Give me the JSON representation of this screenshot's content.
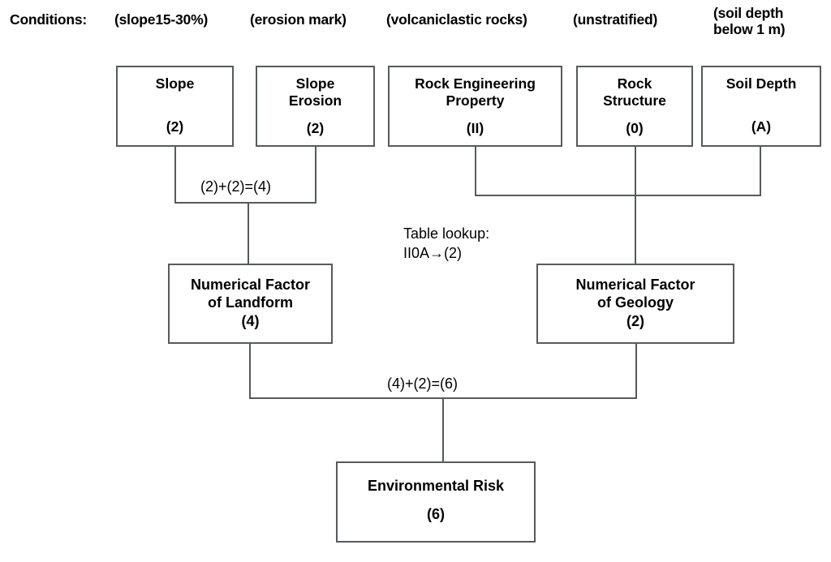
{
  "diagram": {
    "conditions_prefix": "Conditions:",
    "conditions": [
      {
        "label": "(slope15-30%)"
      },
      {
        "label": "(erosion mark)"
      },
      {
        "label": "(volcaniclastic rocks)"
      },
      {
        "label": "(unstratified)"
      },
      {
        "label": "(soil depth\nbelow 1 m)"
      }
    ],
    "inputs": [
      {
        "title": "Slope",
        "value": "(2)"
      },
      {
        "title": "Slope\nErosion",
        "value": "(2)"
      },
      {
        "title": "Rock Engineering\nProperty",
        "value": "(II)"
      },
      {
        "title": "Rock\nStructure",
        "value": "(0)"
      },
      {
        "title": "Soil Depth",
        "value": "(A)"
      }
    ],
    "intermediates": [
      {
        "title": "Numerical Factor\nof Landform",
        "value": "(4)"
      },
      {
        "title": "Numerical Factor\nof Geology",
        "value": "(2)"
      }
    ],
    "output": {
      "title": "Environmental Risk",
      "value": "(6)"
    },
    "annotations": {
      "landform_sum": "(2)+(2)=(4)",
      "table_lookup": "Table lookup:\nII0A→(2)",
      "risk_sum": "(4)+(2)=(6)"
    },
    "colors": {
      "stroke": "#555a5e",
      "text": "#000000",
      "background": "#ffffff"
    }
  }
}
